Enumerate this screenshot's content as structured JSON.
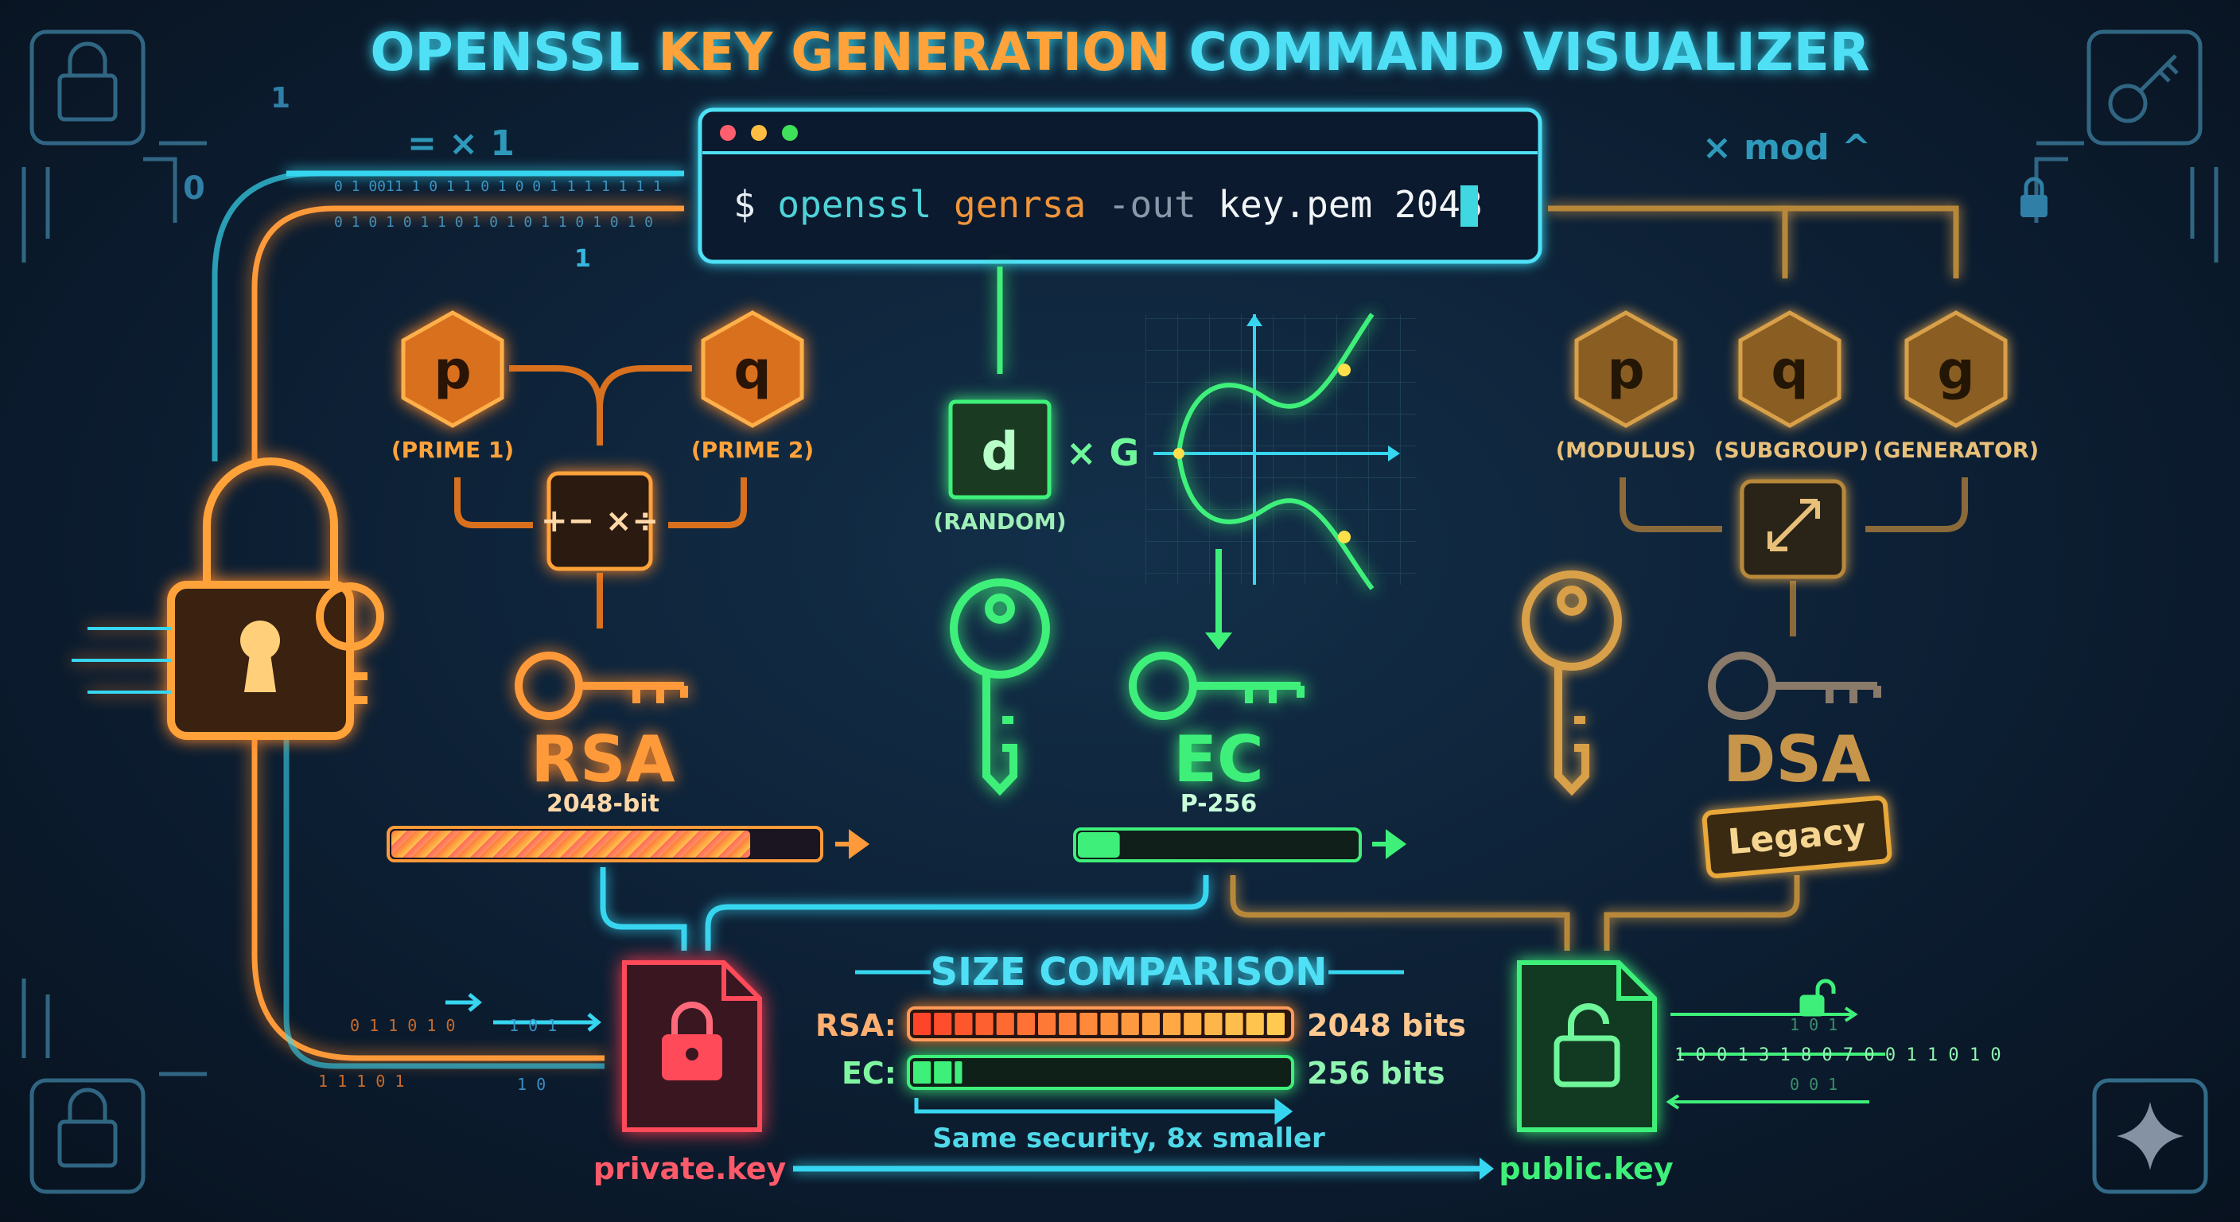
{
  "title": {
    "part1": "OPENSSL ",
    "part2": "KEY GENERATION ",
    "part3": "COMMAND VISUALIZER"
  },
  "terminal": {
    "prompt": "$",
    "cmd": "openssl",
    "subcmd": "genrsa",
    "flag": "-out",
    "file": "key.pem",
    "bits": "2048"
  },
  "rsa": {
    "p": "p",
    "q": "q",
    "p_label": "(PRIME 1)",
    "q_label": "(PRIME 2)",
    "name": "RSA",
    "size": "2048-bit",
    "progress": 0.84
  },
  "ec": {
    "d": "d",
    "d_label": "(RANDOM)",
    "times_g": "× G",
    "name": "EC",
    "curve": "P-256",
    "progress": 0.15
  },
  "dsa": {
    "p": "p",
    "q": "q",
    "g": "g",
    "p_label": "(MODULUS)",
    "q_label": "(SUBGROUP)",
    "g_label": "(GENERATOR)",
    "name": "DSA",
    "badge": "Legacy"
  },
  "size_comparison": {
    "title": "SIZE COMPARISON",
    "rows": [
      {
        "label": "RSA:",
        "value": "2048 bits",
        "bits": 2048
      },
      {
        "label": "EC:",
        "value": "256 bits",
        "bits": 256
      }
    ],
    "note": "Same security, 8x smaller"
  },
  "files": {
    "private": "private.key",
    "public": "public.key"
  },
  "decor": {
    "ops_left": "= × 1",
    "ops_right": "× mod ^",
    "bin1": "0 1 0011 1 0 1 1 0 1 0 0 1 1 1 1 1 1 1",
    "bin2": "0 1 0 1 0 1 1 0 1 0 1 0 1 1 0 1 0 1 0",
    "bin3": "0 1 1 0 1 0",
    "bin4": "1 0 1",
    "bin5": "1 1 1 0 1",
    "bin6": "1 0",
    "bin7": "1 0 1",
    "bin8": "1 0 0 1 3 1 8 0 7 0 0 1 1 0 1 0",
    "bin9": "0 0 1",
    "d0": "0",
    "d1": "1",
    "d2": "1"
  },
  "colors": {
    "cyan": "#37d6f0",
    "orange": "#ff8a2a",
    "green": "#3ef07a",
    "gold": "#d9a04a",
    "red": "#ff3b4a",
    "background": "#0d2035"
  }
}
